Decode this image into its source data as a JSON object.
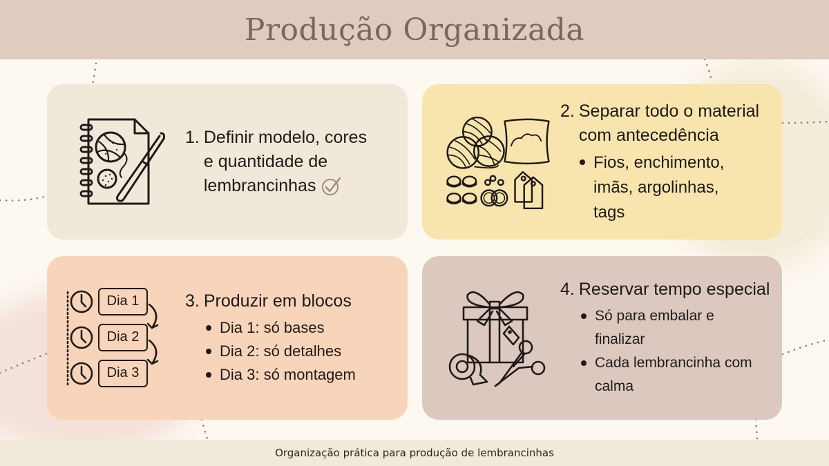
{
  "header": {
    "title": "Produção Organizada"
  },
  "cards": [
    {
      "number": "1.",
      "title": "Definir modelo, cores e quantidade de lembrancinhas",
      "title_lines": [
        "Definir modelo, cores",
        "e quantidade de",
        "lembrancinhas"
      ],
      "icon": "notebook-yarn-crochet-icon",
      "has_check": true,
      "bullets": [],
      "bg_color": "#f0e9da"
    },
    {
      "number": "2.",
      "title": "Separar todo o material com antecedência",
      "title_lines": [
        "Separar todo o material",
        "com antecedência"
      ],
      "icon": "yarn-stuffing-rings-tags-icon",
      "bullets": [
        "Fios, enchimento, imãs, argolinhas, tags"
      ],
      "bg_color": "#f8e5ae"
    },
    {
      "number": "3.",
      "title": "Produzir em blocos",
      "title_lines": [
        "Produzir em blocos"
      ],
      "icon": "schedule-days-icon",
      "schedule": [
        "Dia 1",
        "Dia 2",
        "Dia 3"
      ],
      "bullets": [
        "Dia 1: só bases",
        "Dia 2: só detalhes",
        "Dia 3: só montagem"
      ],
      "bg_color": "#f8d4bb"
    },
    {
      "number": "4.",
      "title": "Reservar tempo especial",
      "title_lines": [
        "Reservar tempo especial"
      ],
      "icon": "gift-tape-scissors-icon",
      "bullets": [
        "Só para embalar e finalizar",
        "Cada lembrancinha com calma"
      ],
      "bg_color": "#dcc8bf"
    }
  ],
  "footer": {
    "caption": "Organização prática para produção de lembrancinhas"
  },
  "colors": {
    "background": "#fdf9f1",
    "header_bg": "#dfcbbf",
    "title_text": "#7c675c",
    "footer_bg": "#f1eadb",
    "check_color": "#9c8a80"
  }
}
